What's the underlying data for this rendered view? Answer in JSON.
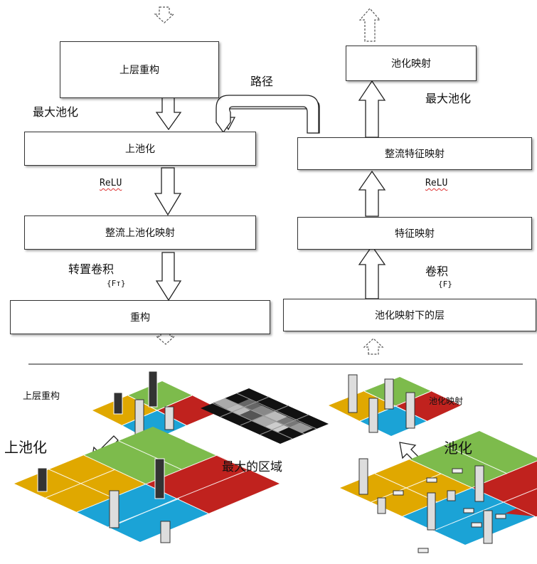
{
  "top": {
    "boxes": {
      "upper_recon": "上层重构",
      "unpool": "上池化",
      "rect_unpool_map": "整流上池化映射",
      "recon": "重构",
      "pool_map": "池化映射",
      "rect_feat_map": "整流特征映射",
      "feat_map": "特征映射",
      "pool_map_lower": "池化映射下的层"
    },
    "labels": {
      "maxpool_left": "最大池化",
      "relu_left": "ReLU",
      "deconv": "转置卷积",
      "ft": "{Fт}",
      "switches": "路径",
      "maxpool_right": "最大池化",
      "relu_right": "ReLU",
      "conv": "卷积",
      "f": "{F}"
    }
  },
  "bottom": {
    "upper_recon": "上层重构",
    "unpool": "上池化",
    "max_region": "最大的区域",
    "pool_map": "池化映射",
    "pool": "池化"
  },
  "colors": {
    "yellow": "#e0a800",
    "green": "#7dbb4c",
    "blue": "#1ba3d6",
    "red": "#c0221e"
  }
}
